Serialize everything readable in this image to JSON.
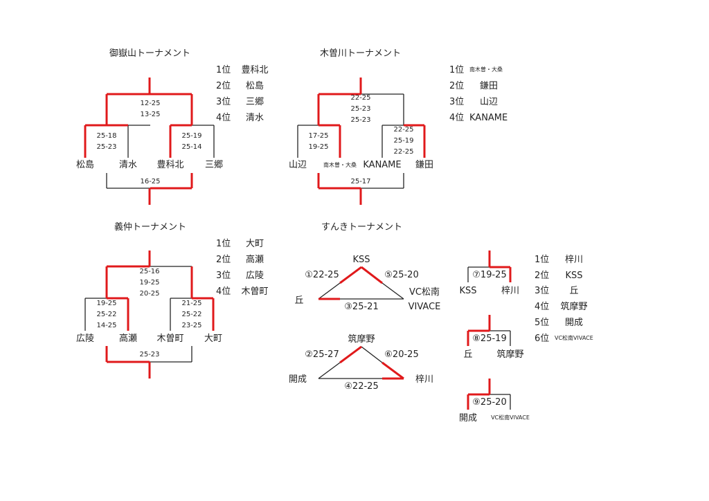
{
  "colors": {
    "winner_line": "#e0191b",
    "line": "#222222",
    "background": "#ffffff"
  },
  "rank_suffix": "位",
  "ontake": {
    "title": "御嶽山トーナメント",
    "teams": [
      "松島",
      "清水",
      "豊科北",
      "三郷"
    ],
    "semi_left_scores": [
      "25-18",
      "25-23"
    ],
    "semi_right_scores": [
      "25-19",
      "25-14"
    ],
    "final_scores": [
      "12-25",
      "13-25"
    ],
    "third_scores": [
      "16-25"
    ],
    "ranking": [
      {
        "rank": "1",
        "team": "豊科北"
      },
      {
        "rank": "2",
        "team": "松島"
      },
      {
        "rank": "3",
        "team": "三郷"
      },
      {
        "rank": "4",
        "team": "清水"
      }
    ]
  },
  "kisogawa": {
    "title": "木曽川トーナメント",
    "teams": [
      "山辺",
      "南木曽・大桑",
      "KANAME",
      "鎌田"
    ],
    "semi_left_scores": [
      "17-25",
      "19-25"
    ],
    "semi_right_scores": [
      "22-25",
      "25-19",
      "22-25"
    ],
    "final_scores": [
      "22-25",
      "25-23",
      "25-23"
    ],
    "third_scores": [
      "25-17"
    ],
    "ranking": [
      {
        "rank": "1",
        "team": "南木曽・大桑"
      },
      {
        "rank": "2",
        "team": "鎌田"
      },
      {
        "rank": "3",
        "team": "山辺"
      },
      {
        "rank": "4",
        "team": "KANAME"
      }
    ]
  },
  "yoshinaka": {
    "title": "義仲トーナメント",
    "teams": [
      "広陵",
      "高瀬",
      "木曽町",
      "大町"
    ],
    "semi_left_scores": [
      "19-25",
      "25-22",
      "14-25"
    ],
    "semi_right_scores": [
      "21-25",
      "25-22",
      "23-25"
    ],
    "final_scores": [
      "25-16",
      "19-25",
      "20-25"
    ],
    "third_scores": [
      "25-23"
    ],
    "ranking": [
      {
        "rank": "1",
        "team": "大町"
      },
      {
        "rank": "2",
        "team": "高瀬"
      },
      {
        "rank": "3",
        "team": "広陵"
      },
      {
        "rank": "4",
        "team": "木曽町"
      }
    ]
  },
  "sunki": {
    "title": "すんきトーナメント",
    "league_a": {
      "teams": [
        "KSS",
        "丘",
        "VC松南",
        "VIVACE"
      ],
      "matches": [
        "①22-25",
        "⑤25-20",
        "③25-21"
      ]
    },
    "league_b": {
      "teams": [
        "筑摩野",
        "開成",
        "梓川"
      ],
      "matches": [
        "②25-27",
        "⑥20-25",
        "④22-25"
      ]
    },
    "playoffs": [
      {
        "score": "⑦19-25",
        "left": "KSS",
        "right": "梓川"
      },
      {
        "score": "⑧25-19",
        "left": "丘",
        "right": "筑摩野"
      },
      {
        "score": "⑨25-20",
        "left": "開成",
        "right": "VC松南VIVACE"
      }
    ],
    "ranking": [
      {
        "rank": "1",
        "team": "梓川"
      },
      {
        "rank": "2",
        "team": "KSS"
      },
      {
        "rank": "3",
        "team": "丘"
      },
      {
        "rank": "4",
        "team": "筑摩野"
      },
      {
        "rank": "5",
        "team": "開成"
      },
      {
        "rank": "6",
        "team": "VC松南VIVACE"
      }
    ]
  }
}
